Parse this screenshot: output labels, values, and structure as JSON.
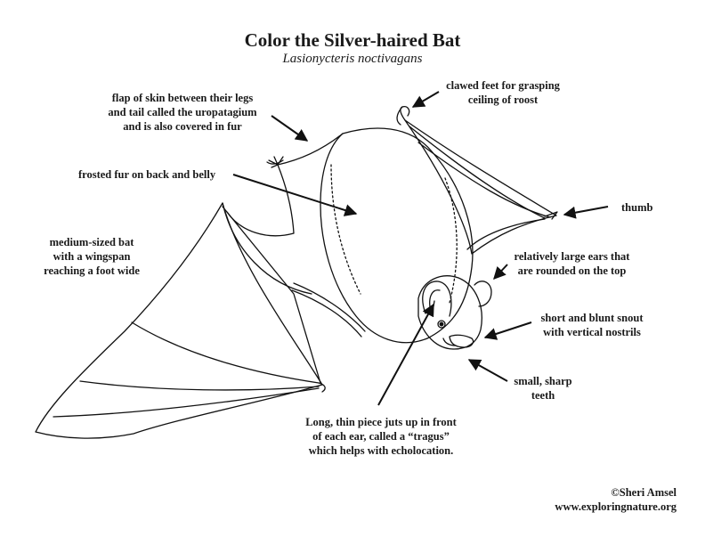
{
  "title": "Color the Silver-haired Bat",
  "subtitle": "Lasionycteris noctivagans",
  "labels": {
    "uropatagium": [
      "flap of skin between their legs",
      "and tail called the uropatagium",
      "and is also covered in fur"
    ],
    "feet": [
      "clawed feet for grasping",
      "ceiling of roost"
    ],
    "fur": [
      "frosted fur on back and belly"
    ],
    "thumb": [
      "thumb"
    ],
    "size": [
      "medium-sized bat",
      "with a wingspan",
      "reaching a foot wide"
    ],
    "ears": [
      "relatively large ears that",
      "are rounded on the top"
    ],
    "snout": [
      "short and blunt snout",
      "with vertical nostrils"
    ],
    "teeth": [
      "small, sharp",
      "teeth"
    ],
    "tragus": [
      "Long, thin piece juts up in front",
      "of each ear, called a “tragus”",
      "which helps with echolocation."
    ]
  },
  "credit": {
    "author": "©Sheri Amsel",
    "website": "www.exploringnature.org"
  }
}
